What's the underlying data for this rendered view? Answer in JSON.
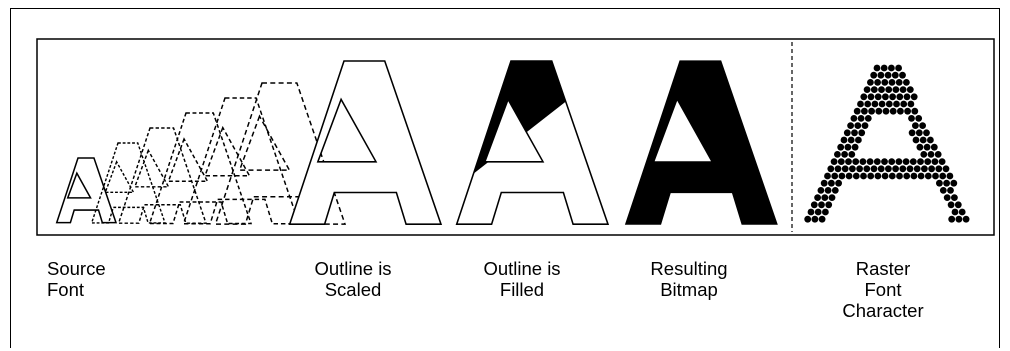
{
  "stages": [
    {
      "id": "source",
      "lines": [
        "Source",
        "Font"
      ]
    },
    {
      "id": "scaled",
      "lines": [
        "Outline is",
        "Scaled"
      ]
    },
    {
      "id": "filled",
      "lines": [
        "Outline is",
        "Filled"
      ]
    },
    {
      "id": "bitmap",
      "lines": [
        "Resulting",
        "Bitmap"
      ]
    },
    {
      "id": "raster",
      "lines": [
        "Raster",
        "Font",
        "Character"
      ]
    }
  ],
  "colors": {
    "ink": "#000000",
    "paper": "#ffffff"
  },
  "icons": {
    "source": "small-outline-letter-a-icon",
    "scaling": "dashed-outline-letter-a-icon",
    "scaled": "scaled-outline-letter-a-icon",
    "filled": "partially-filled-letter-a-icon",
    "bitmap": "solid-letter-a-icon",
    "raster": "dot-matrix-letter-a-icon"
  }
}
